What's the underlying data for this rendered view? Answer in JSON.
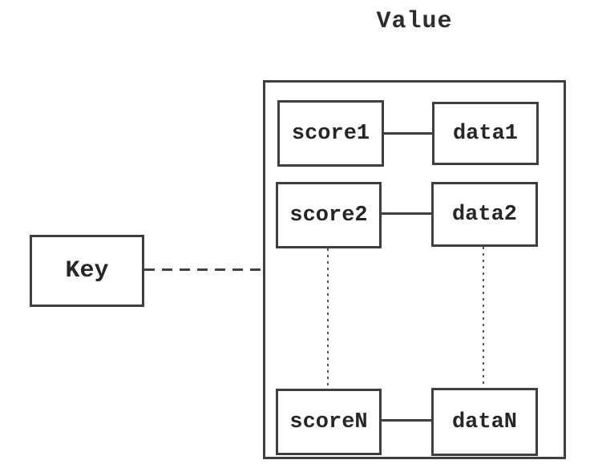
{
  "diagram": {
    "title": "Value",
    "key_label": "Key",
    "pairs": [
      {
        "score": "score1",
        "data": "data1"
      },
      {
        "score": "score2",
        "data": "data2"
      },
      {
        "score": "scoreN",
        "data": "dataN"
      }
    ],
    "colors": {
      "line": "#3f3f3f",
      "text": "#262626",
      "background": "#ffffff"
    }
  }
}
